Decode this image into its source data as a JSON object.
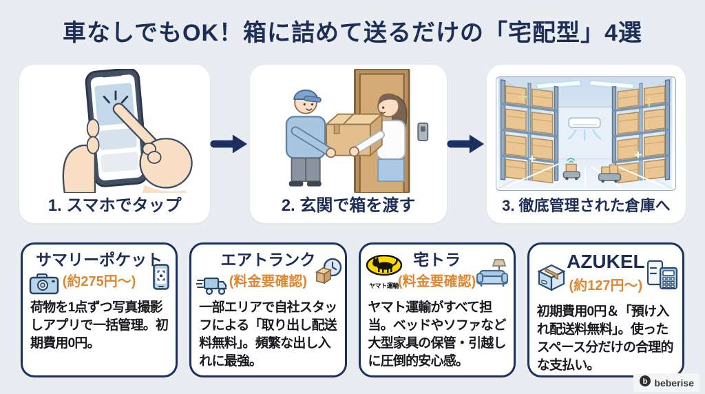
{
  "colors": {
    "background": "#e9edf1",
    "navy": "#1c2e56",
    "orange": "#e0862f",
    "card_border": "#1b3060",
    "body_text": "#17191e",
    "yamato_yellow": "#ffd900"
  },
  "title": "車なしでもOK！箱に詰めて送るだけの「宅配型」4選",
  "steps": [
    {
      "label": "1. スマホでタップ",
      "illustration": "smartphone-tap-illustration"
    },
    {
      "label": "2. 玄関で箱を渡す",
      "illustration": "door-handover-illustration"
    },
    {
      "label": "3. 徹底管理された倉庫へ",
      "illustration": "managed-warehouse-illustration"
    }
  ],
  "services": [
    {
      "name": "サマリーポケット",
      "price": "(約275円〜)",
      "description": "荷物を1点ずつ写真撮影しアプリで一括管理。初期費用0円。",
      "icon_left": "camera-icon",
      "icon_right": "smartphone-scan-icon"
    },
    {
      "name": "エアトランク",
      "price": "(料金要確認)",
      "description": "一部エリアで自社スタッフによる「取り出し配送料無料」。頻繁な出し入れに最強。",
      "icon_left": "delivery-truck-icon",
      "icon_right": "clock-box-icon"
    },
    {
      "name": "宅トラ",
      "price": "(料金要確認)",
      "description": "ヤマト運輸がすべて担当。ベッドやソファなど大型家具の保管・引越しに圧倒的安心感。",
      "icon_left": "yamato-transport-logo",
      "icon_left_caption": "ヤマト運輸",
      "icon_right": "sofa-lamp-icon"
    },
    {
      "name": "AZUKEL",
      "price": "(約127円〜)",
      "description": "初期費用0円＆「預け入れ配送料無料」。使ったスペース分だけの合理的な支払い。",
      "icon_left": "storage-box-icon",
      "icon_right": "door-calculator-icon"
    }
  ],
  "footer": {
    "brand": "beberise"
  }
}
